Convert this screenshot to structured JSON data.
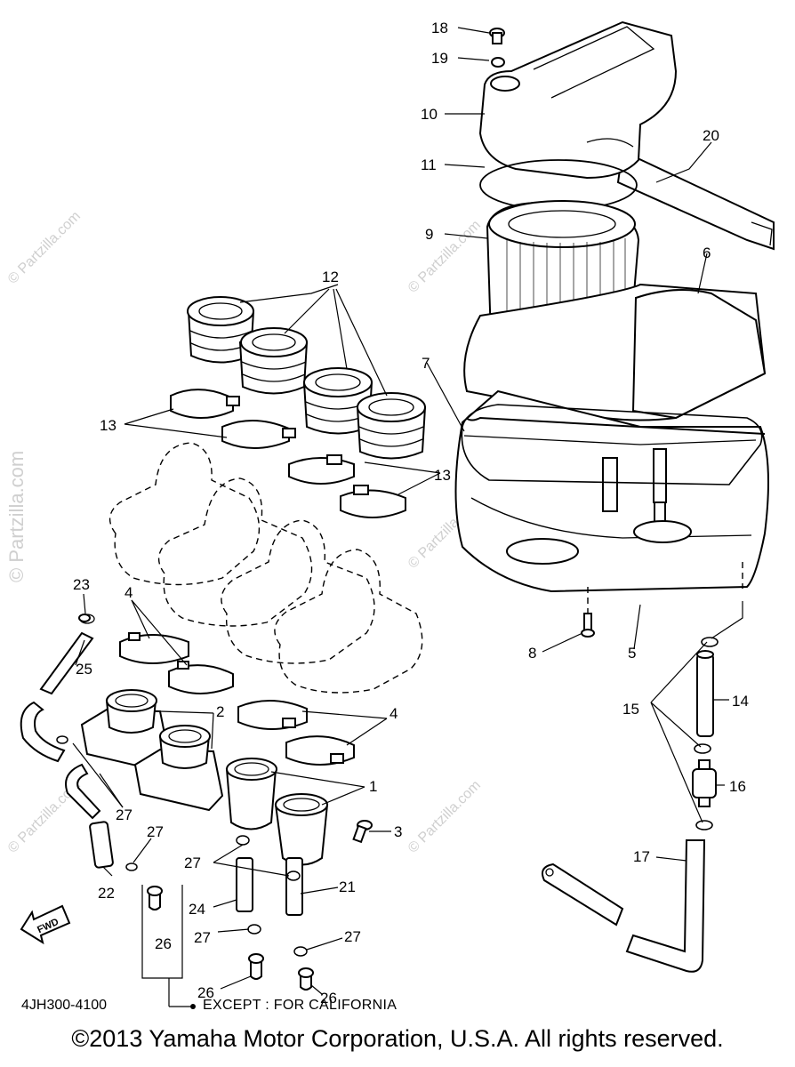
{
  "watermark": {
    "brand_vertical": "© Partzilla.com",
    "brand_small": "© Partzilla.com"
  },
  "callouts": {
    "c1": "1",
    "c2": "2",
    "c3": "3",
    "c4a": "4",
    "c4b": "4",
    "c5": "5",
    "c6": "6",
    "c7": "7",
    "c8": "8",
    "c9": "9",
    "c10": "10",
    "c11": "11",
    "c12": "12",
    "c13a": "13",
    "c13b": "13",
    "c14": "14",
    "c15": "15",
    "c16": "16",
    "c17": "17",
    "c18": "18",
    "c19": "19",
    "c20": "20",
    "c21": "21",
    "c22": "22",
    "c23": "23",
    "c24": "24",
    "c25": "25",
    "c26a": "26",
    "c26b": "26",
    "c26c": "26",
    "c27a": "27",
    "c27b": "27",
    "c27c": "27",
    "c27d": "27",
    "c27e": "27"
  },
  "fwd_arrow": "FWD",
  "diagram_code": "4JH300-4100",
  "note": "EXCEPT : FOR CALIFORNIA",
  "copyright": "©2013 Yamaha Motor Corporation, U.S.A. All rights reserved."
}
